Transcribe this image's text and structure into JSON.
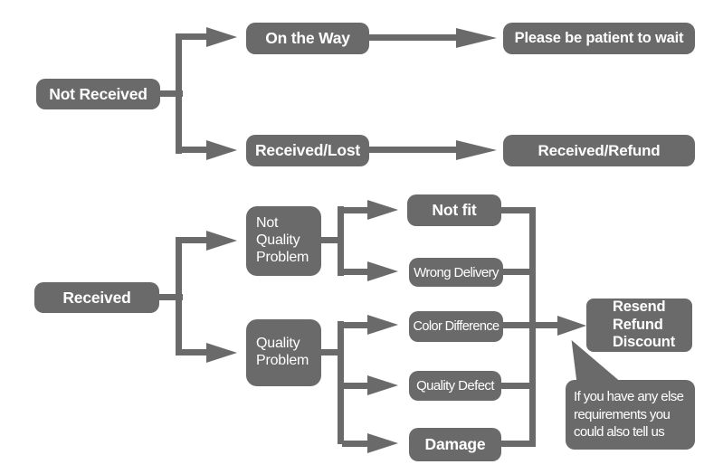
{
  "palette": {
    "node_fill": "#6a6a6a",
    "connector": "#6a6a6a",
    "label_text": "#ffffff",
    "background": "#ffffff"
  },
  "top_flow": {
    "root": "Not Received",
    "branch_on_the_way": {
      "mid": "On the Way",
      "end": "Please be patient to wait"
    },
    "branch_received_lost": {
      "mid": "Received/Lost",
      "end": "Received/Refund"
    }
  },
  "bottom_flow": {
    "root": "Received",
    "not_quality_problem": {
      "label": "Not\nQuality\nProblem",
      "children": [
        "Not fit",
        "Wrong Delivery"
      ]
    },
    "quality_problem": {
      "label": "Quality\nProblem",
      "children": [
        "Color Difference",
        "Quality Defect",
        "Damage"
      ]
    },
    "outcome": "Resend\nRefund\nDiscount",
    "note_bubble": "If you have any else\nrequirements you\ncould also tell us"
  }
}
